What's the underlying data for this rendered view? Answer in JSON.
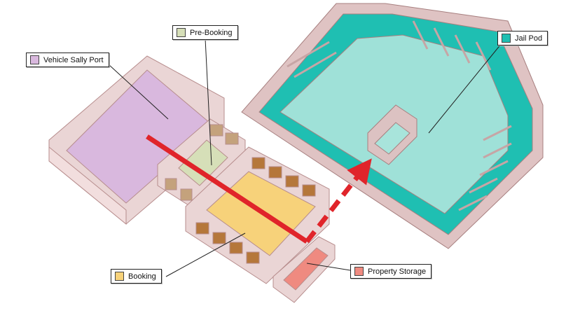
{
  "labels": {
    "vehicle_sally_port": "Vehicle Sally Port",
    "pre_booking": "Pre-Booking",
    "jail_pod": "Jail Pod",
    "booking": "Booking",
    "property_storage": "Property Storage"
  },
  "colors": {
    "vehicle_sally_port": "#d9b8de",
    "pre_booking": "#d6dfb8",
    "jail_pod": "#1fbfb2",
    "booking": "#f7d27a",
    "property_storage": "#ef8a80",
    "walls": "#f2d9d9",
    "wall_edge": "#b78d8d",
    "route_arrow": "#e0242a"
  },
  "icons": [
    "route-arrow-icon",
    "dashed-arrow-icon"
  ]
}
